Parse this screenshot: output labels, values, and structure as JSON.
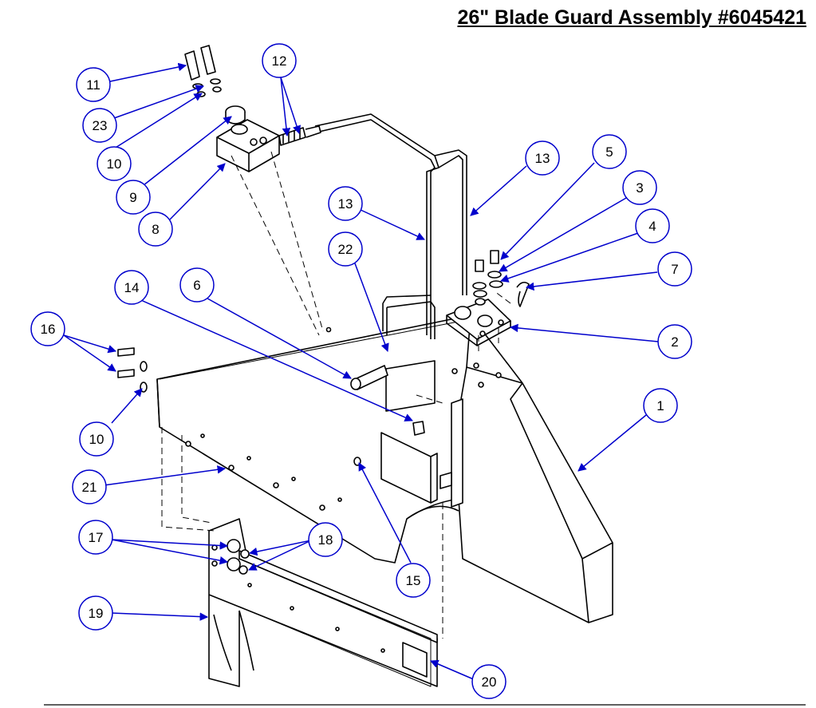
{
  "title": "26\" Blade Guard Assembly #6045421",
  "colors": {
    "line": "#000000",
    "leader": "#0000cc",
    "bubble_stroke": "#0000cc",
    "background": "#ffffff"
  },
  "callouts": [
    {
      "label": "1"
    },
    {
      "label": "2"
    },
    {
      "label": "3"
    },
    {
      "label": "4"
    },
    {
      "label": "5"
    },
    {
      "label": "6"
    },
    {
      "label": "7"
    },
    {
      "label": "8"
    },
    {
      "label": "9"
    },
    {
      "label": "10"
    },
    {
      "label": "10"
    },
    {
      "label": "11"
    },
    {
      "label": "12"
    },
    {
      "label": "13"
    },
    {
      "label": "13"
    },
    {
      "label": "14"
    },
    {
      "label": "15"
    },
    {
      "label": "16"
    },
    {
      "label": "17"
    },
    {
      "label": "18"
    },
    {
      "label": "19"
    },
    {
      "label": "20"
    },
    {
      "label": "21"
    },
    {
      "label": "22"
    },
    {
      "label": "23"
    }
  ]
}
